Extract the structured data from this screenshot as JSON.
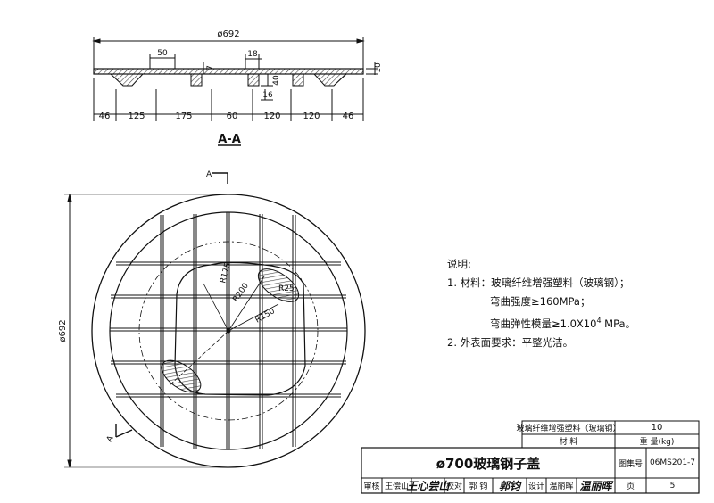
{
  "section": {
    "title": "A-A",
    "overall_dim": "ø692",
    "dims_top": [
      "50",
      "18",
      "7"
    ],
    "dims_right": [
      "10",
      "40",
      "16"
    ],
    "dims_bottom": [
      "46",
      "125",
      "175",
      "60",
      "120",
      "120",
      "46"
    ]
  },
  "plan": {
    "cut_label_top": "A",
    "cut_label_bottom": "A",
    "diameter_dim": "ø692",
    "radii": [
      "R175",
      "R200",
      "R25",
      "R150"
    ]
  },
  "notes": {
    "heading": "说明:",
    "line1": "1. 材料：玻璃纤维增强塑料（玻璃钢）；",
    "line2": "弯曲强度≥160MPa；",
    "line3_prefix": "弯曲弹性模量≥1.0X10",
    "line3_sup": "4",
    "line3_suffix": " MPa。",
    "line4": "2. 外表面要求：平整光洁。"
  },
  "title_block": {
    "material_name": "玻璃纤维增强塑料（玻璃钢）",
    "weight_value": "10",
    "material_label": "材          料",
    "weight_label": "重      量(kg)",
    "drawing_title": "ø700玻璃钢子盖",
    "atlas_label": "图集号",
    "atlas_number": "06MS201-7",
    "review_label": "审核",
    "reviewer": "王偿山",
    "reviewer_sign": "王心尝山",
    "check_label": "校对",
    "checker": "郭 钧",
    "checker_sign": "郭钧",
    "design_label": "设计",
    "designer": "温丽晖",
    "designer_sign": "温丽晖",
    "page_label": "页",
    "page_number": "5"
  },
  "colors": {
    "ink": "#111111",
    "hatch": "#555555"
  }
}
